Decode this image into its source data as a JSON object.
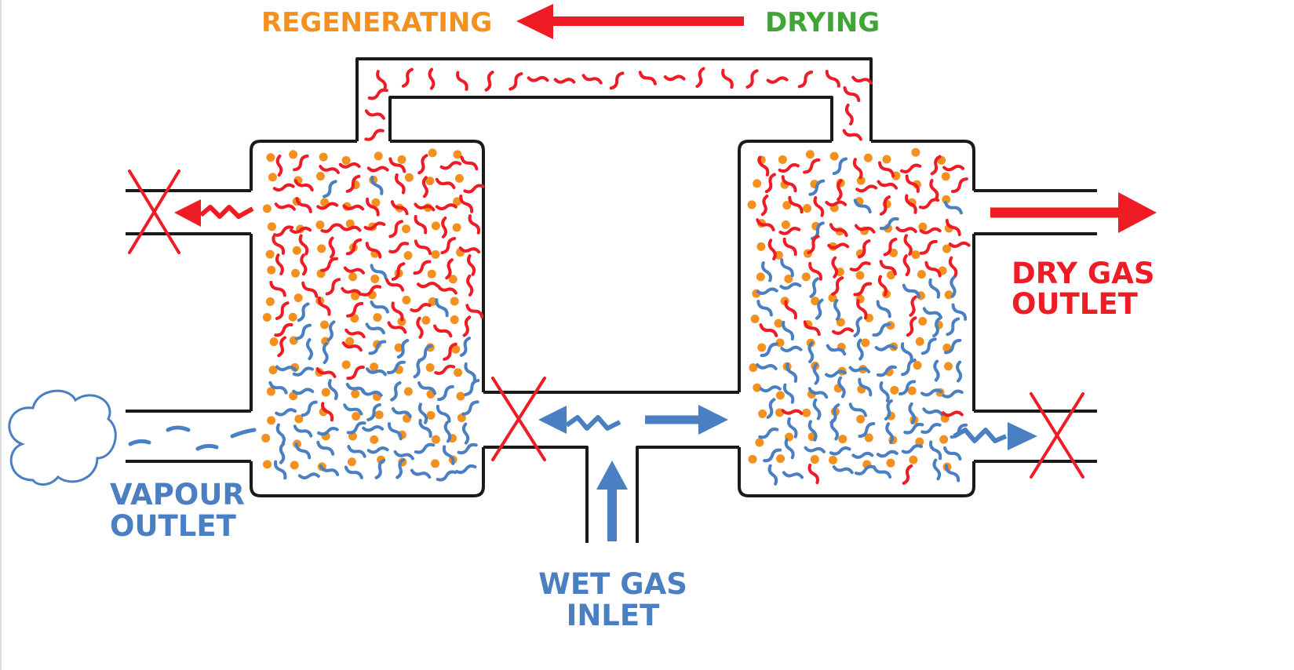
{
  "labels": {
    "regenerating": "REGENERATING",
    "drying": "DRYING",
    "dry_gas_outlet_line1": "DRY GAS",
    "dry_gas_outlet_line2": "OUTLET",
    "vapour_outlet_line1": "VAPOUR",
    "vapour_outlet_line2": "OUTLET",
    "wet_gas_inlet_line1": "WET GAS",
    "wet_gas_inlet_line2": "INLET"
  },
  "colors": {
    "regenerating": "#f4901e",
    "drying": "#3fa535",
    "hot_gas": "#ee1c25",
    "moisture": "#4a7fc1",
    "desiccant": "#f4901e",
    "pipe": "#1a1a1a"
  },
  "icons": {
    "cloud": "vapour-cloud-icon",
    "closed_valve": "x-mark-icon",
    "flow_arrow": "arrow-icon"
  }
}
